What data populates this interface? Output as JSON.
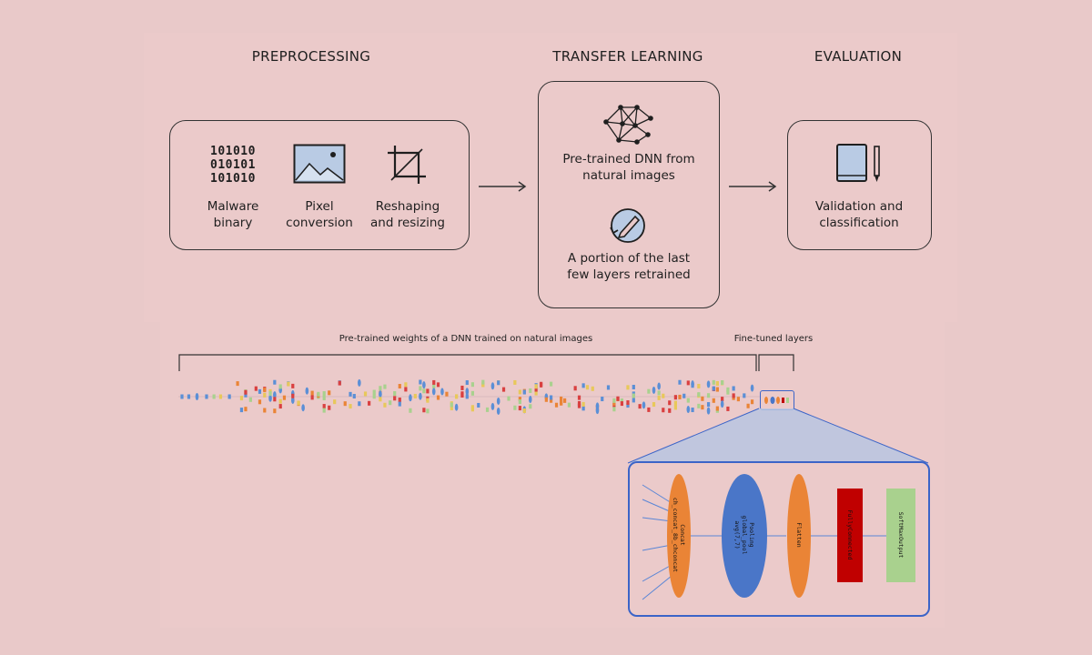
{
  "stages": {
    "preprocessing": "PREPROCESSING",
    "transfer_learning": "TRANSFER LEARNING",
    "evaluation": "EVALUATION"
  },
  "preprocessing_steps": [
    {
      "icon": "binary-icon",
      "line1": "Malware",
      "line2": "binary"
    },
    {
      "icon": "image-icon",
      "line1": "Pixel",
      "line2": "conversion"
    },
    {
      "icon": "crop-icon",
      "line1": "Reshaping",
      "line2": "and resizing"
    }
  ],
  "binary_text": [
    "101010",
    "010101",
    "101010"
  ],
  "transfer_steps": [
    {
      "icon": "neural-network-icon",
      "line1": "Pre-trained DNN from",
      "line2": "natural images"
    },
    {
      "icon": "retrain-pencil-icon",
      "line1": "A portion of the last",
      "line2": "few layers retrained"
    }
  ],
  "evaluation_step": {
    "icon": "book-pencil-icon",
    "line1": "Validation and",
    "line2": "classification"
  },
  "network": {
    "pretrained_caption": "Pre-trained weights of a DNN trained on natural images",
    "finetuned_caption": "Fine-tuned layers"
  },
  "zoom_layers": [
    {
      "name": "concat-node",
      "line1": "Concat",
      "line2": "ch_concat_8b_chconcat",
      "color": "#ea8436"
    },
    {
      "name": "pooling-node",
      "line1": "Pooling",
      "line2": "global_pool",
      "line3": "avg(7,7)",
      "color": "#4a76c8"
    },
    {
      "name": "flatten-node",
      "line1": "Flatten",
      "color": "#ea8436"
    },
    {
      "name": "fullyconnected-node",
      "line1": "FullyConnected",
      "color": "#c00000"
    },
    {
      "name": "softmax-node",
      "line1": "SoftMaxOutput",
      "color": "#a9d18e"
    }
  ],
  "colors": {
    "accent_blue": "#3b64c8",
    "orange": "#ea8436",
    "red": "#c00000",
    "green": "#a9d18e"
  }
}
